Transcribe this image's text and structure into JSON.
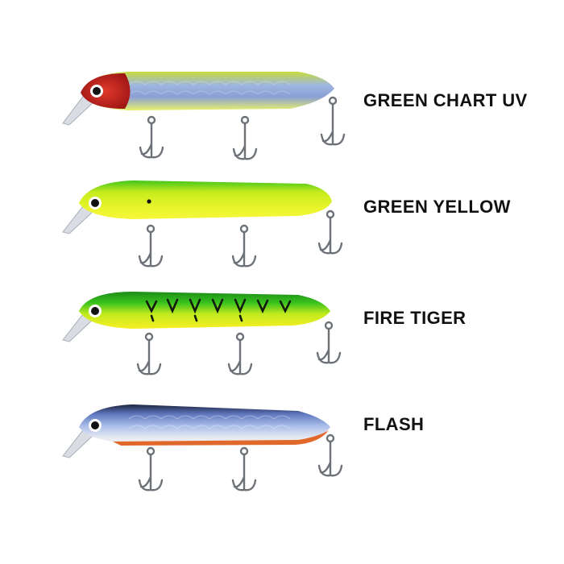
{
  "lures": [
    {
      "label": "GREEN CHART UV",
      "colors": {
        "back": "#c7db3a",
        "side": "#8fa6d8",
        "belly": "#e9f06a",
        "head": "#c41e1e",
        "eye": "#111111"
      }
    },
    {
      "label": "GREEN YELLOW",
      "colors": {
        "back": "#43c51a",
        "side": "#d7f01c",
        "belly": "#f6f73a",
        "head": "#3ec51a",
        "eye": "#111111"
      }
    },
    {
      "label": "FIRE TIGER",
      "colors": {
        "back": "#2bb51e",
        "side": "#b8e81e",
        "belly": "#f8ef23",
        "head": "#30b81e",
        "eye": "#111111"
      }
    },
    {
      "label": "FLASH",
      "colors": {
        "back": "#1d2340",
        "side": "#8ea6de",
        "belly": "#f0f0f2",
        "head": "#b9c2d8",
        "eye": "#111111",
        "stripe": "#e0682a"
      }
    }
  ]
}
